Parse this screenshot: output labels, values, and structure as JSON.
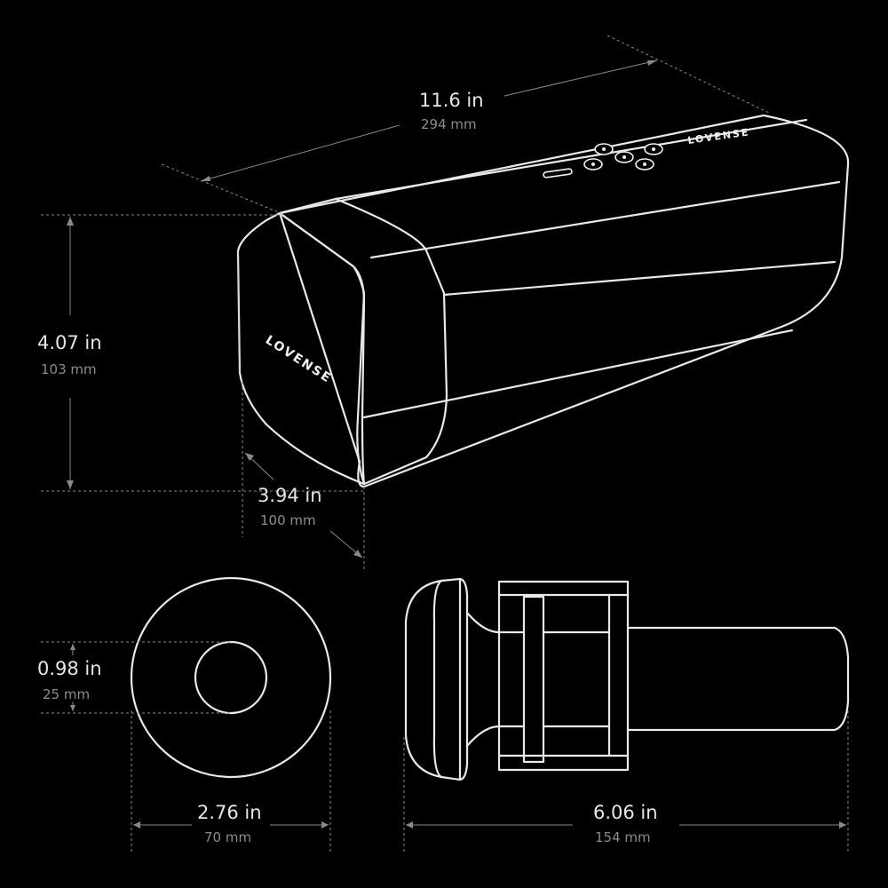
{
  "brand": {
    "wordmark": "LOVENSE"
  },
  "dimensions": {
    "length": {
      "imperial": "11.6 in",
      "metric": "294 mm"
    },
    "height": {
      "imperial": "4.07 in",
      "metric": "103 mm"
    },
    "width": {
      "imperial": "3.94 in",
      "metric": "100 mm"
    },
    "inner_opening": {
      "imperial": "0.98 in",
      "metric": "25 mm"
    },
    "insert_diameter": {
      "imperial": "2.76 in",
      "metric": "70 mm"
    },
    "insert_length": {
      "imperial": "6.06 in",
      "metric": "154 mm"
    }
  },
  "colors": {
    "background": "#000000",
    "line": "#e9e9e9",
    "dimension": "#8a8a8a"
  }
}
